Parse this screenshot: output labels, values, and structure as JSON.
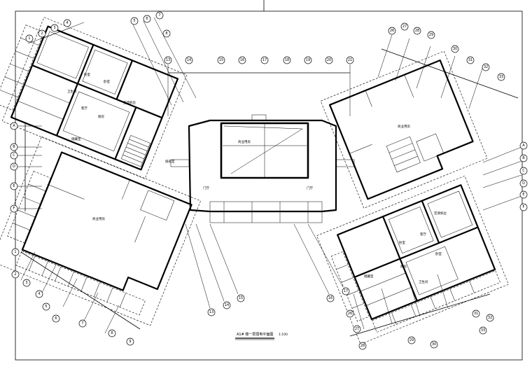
{
  "drawing": {
    "title": "A1# 楼一层弱电平面图",
    "scale": "1:100"
  },
  "room_labels": [
    "卧室",
    "卧室",
    "客厅",
    "厨房",
    "卫生间",
    "储藏室",
    "空调机位",
    "客厅",
    "卧室",
    "卧室",
    "厨房",
    "卫生间",
    "储藏室",
    "空调机位",
    "商业用房",
    "商业用房",
    "商业用房",
    "值班室",
    "门厅",
    "门厅"
  ],
  "grid_bubbles_left_top": [
    "1",
    "2",
    "3",
    "4",
    "5",
    "6",
    "7",
    "8"
  ],
  "grid_bubbles_top": [
    "13",
    "14",
    "15",
    "16",
    "17",
    "18",
    "19",
    "20",
    "21"
  ],
  "grid_bubbles_right_top": [
    "26",
    "27",
    "28",
    "29",
    "30",
    "31",
    "32",
    "33"
  ],
  "grid_bubbles_left_side": [
    "A",
    "B",
    "C",
    "D",
    "E",
    "F"
  ],
  "grid_bubbles_right_side": [
    "A",
    "B",
    "C",
    "D",
    "E",
    "F"
  ],
  "grid_bubbles_bottom_left": [
    "1",
    "2",
    "3",
    "4",
    "5",
    "6",
    "7",
    "8",
    "9"
  ],
  "grid_bubbles_bottom_right": [
    "26",
    "27",
    "28",
    "29",
    "30",
    "31",
    "32",
    "33"
  ],
  "grid_bubbles_bottom_mid": [
    "13",
    "14",
    "15",
    "16",
    "17"
  ]
}
